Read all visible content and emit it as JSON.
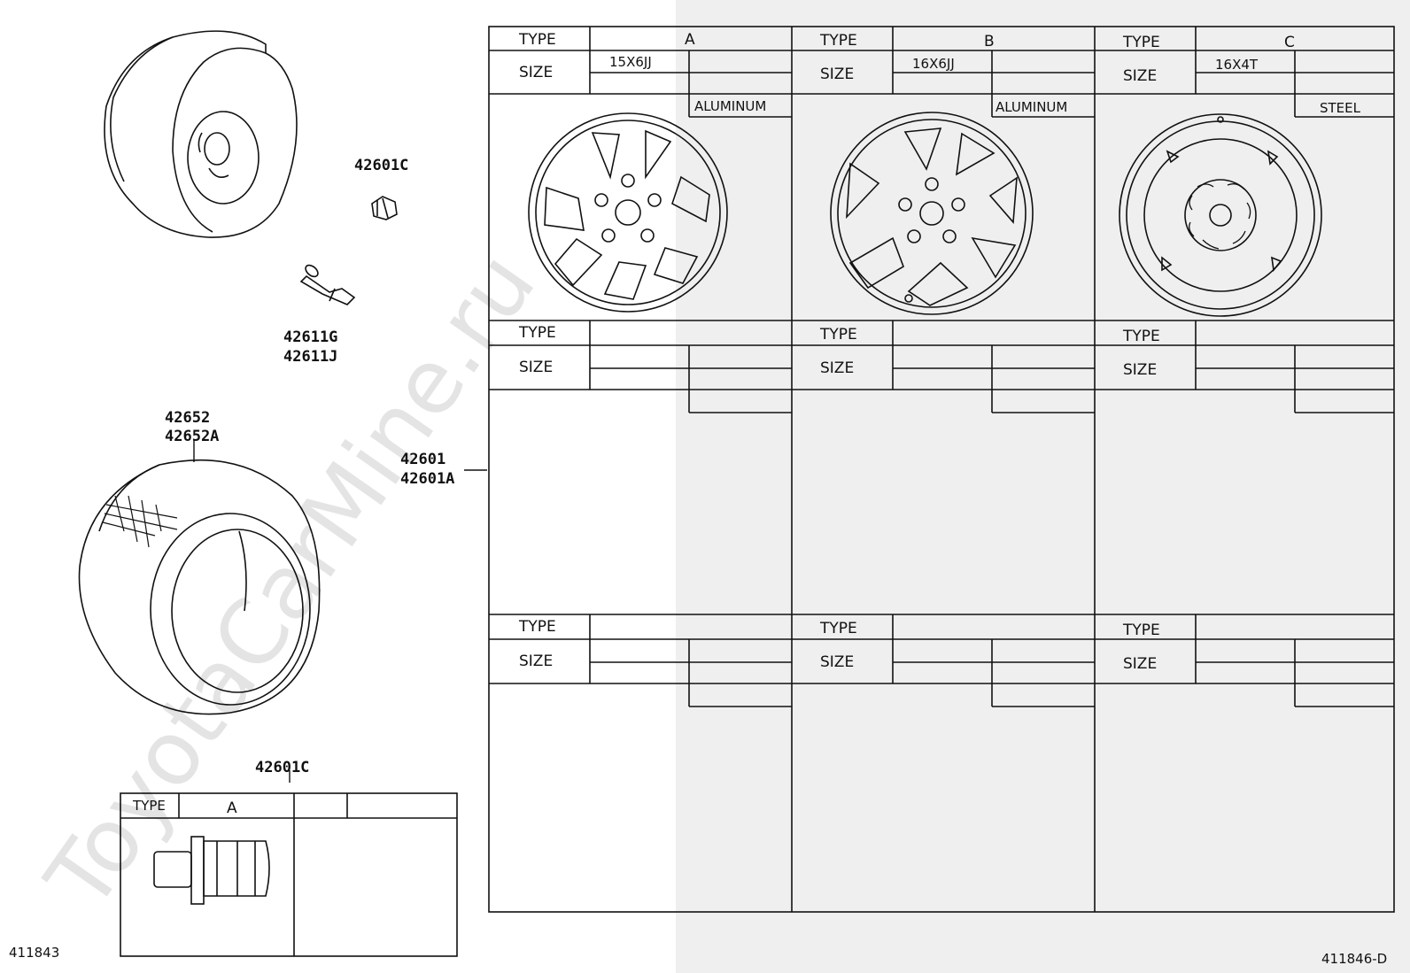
{
  "callouts": {
    "nut_top": "42601C",
    "valve_1": "42611G",
    "valve_2": "42611J",
    "tire_1": "42652",
    "tire_2": "42652A",
    "wheel_1": "42601",
    "wheel_2": "42601A",
    "nut_table": "42601C"
  },
  "diagram_codes": {
    "left": "411843",
    "right": "411846-D"
  },
  "watermark": "ToyotaCarMine.ru",
  "nut_table": {
    "type_label": "TYPE",
    "type_value": "A"
  },
  "wheel_table": {
    "type_label": "TYPE",
    "size_label": "SIZE",
    "columns": [
      {
        "type": "A",
        "size": "15X6JJ",
        "material": "ALUMINUM",
        "wheel_icon": "alloy-wheel-6-spoke-icon"
      },
      {
        "type": "B",
        "size": "16X6JJ",
        "material": "ALUMINUM",
        "wheel_icon": "alloy-wheel-7-spoke-icon"
      },
      {
        "type": "C",
        "size": "16X4T",
        "material": "STEEL",
        "wheel_icon": "steel-spare-wheel-icon"
      }
    ]
  }
}
